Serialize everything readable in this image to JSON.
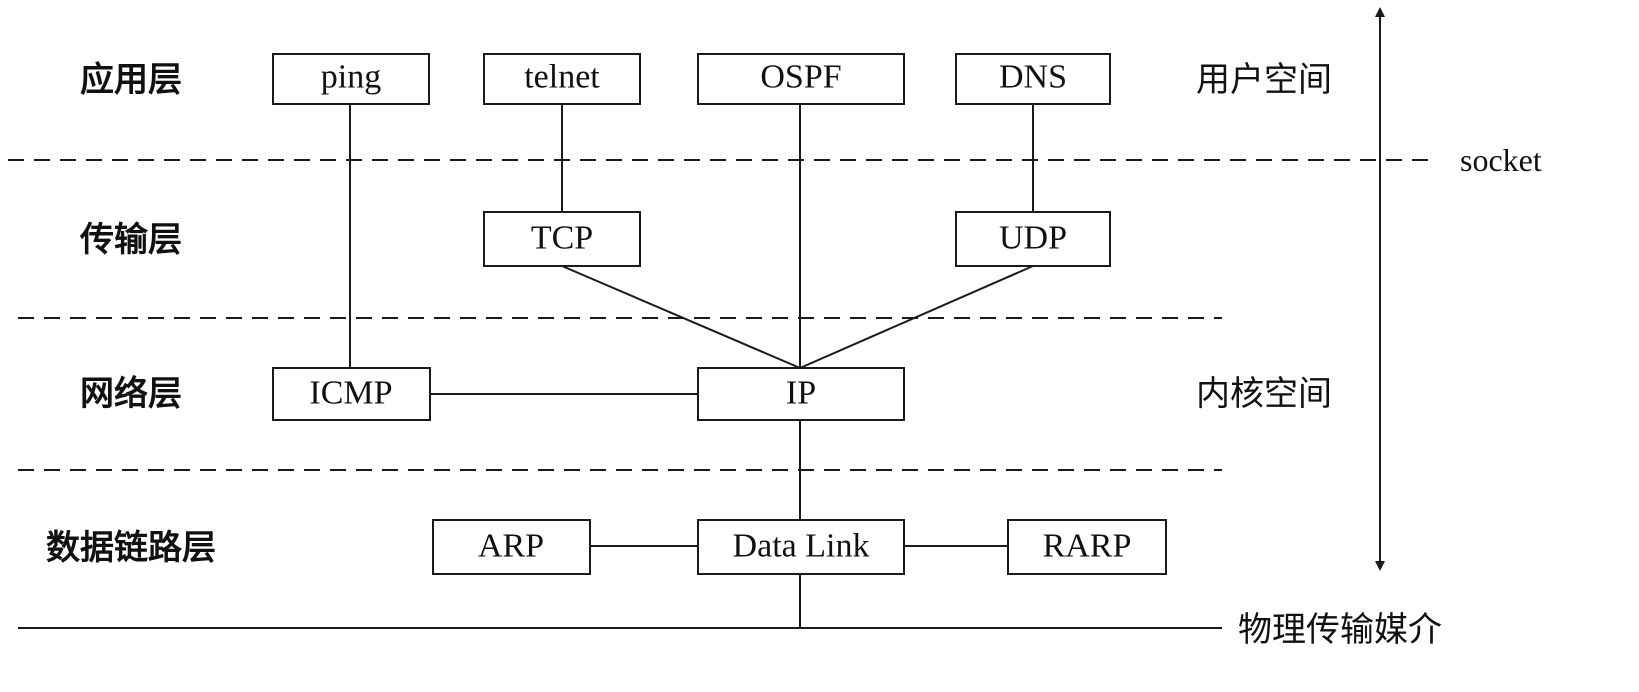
{
  "layers": {
    "application": "应用层",
    "transport": "传输层",
    "network": "网络层",
    "datalink": "数据链路层"
  },
  "boxes": {
    "ping": "ping",
    "telnet": "telnet",
    "ospf": "OSPF",
    "dns": "DNS",
    "tcp": "TCP",
    "udp": "UDP",
    "icmp": "ICMP",
    "ip": "IP",
    "arp": "ARP",
    "datalink": "Data Link",
    "rarp": "RARP"
  },
  "side": {
    "user_space": "用户空间",
    "socket": "socket",
    "kernel_space": "内核空间",
    "physical": "物理传输媒介"
  },
  "colors": {
    "ink": "#1a1a1a",
    "background": "#ffffff"
  }
}
